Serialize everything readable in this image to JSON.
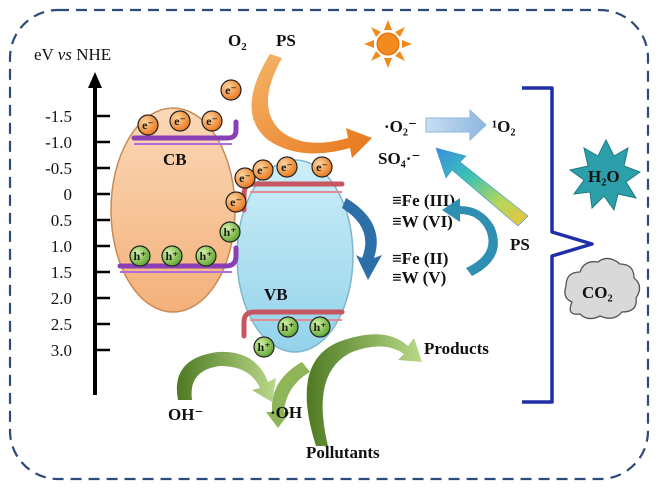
{
  "axis": {
    "title_prefix": "eV ",
    "title_vs": "vs",
    "title_suffix": " NHE",
    "ticks": [
      "-1.5",
      "-1.0",
      "-0.5",
      "0",
      "0.5",
      "1.0",
      "1.5",
      "2.0",
      "2.5",
      "3.0"
    ]
  },
  "labels": {
    "cb": "CB",
    "vb": "VB",
    "o2_base": "O",
    "o2_sub": "2",
    "ps_top": "PS",
    "superoxide": "·O₂⁻",
    "singlet_o2": "¹O₂",
    "sulfate_radical": "SO₄·⁻",
    "fe3": "≡Fe (III)",
    "w6": "≡W (VI)",
    "fe2": "≡Fe (II)",
    "w5": "≡W (V)",
    "ps_right": "PS",
    "h2o": "H₂O",
    "co2": "CO₂",
    "products": "Products",
    "pollutants": "Pollutants",
    "oh_minus": "OH⁻",
    "oh_radical": "·OH",
    "electron": "e⁻",
    "hole": "h⁺"
  },
  "colors": {
    "frame": "#2e4a7a",
    "axis": "#000000",
    "cb_ellipse": "#f9c9a0",
    "vb_ellipse": "#b7e3f2",
    "electron": "#f0861c",
    "hole": "#7cc043",
    "purple_band": "#8a3fb5",
    "red_band": "#c6565f",
    "bracket": "#1f2fa8",
    "arrow_orange": "#f08a2c",
    "arrow_blue_light": "#9ec4e8",
    "arrow_blue_dark": "#2d6fa8",
    "arrow_green": "#7aa83a",
    "sun": "#f28a1e"
  }
}
